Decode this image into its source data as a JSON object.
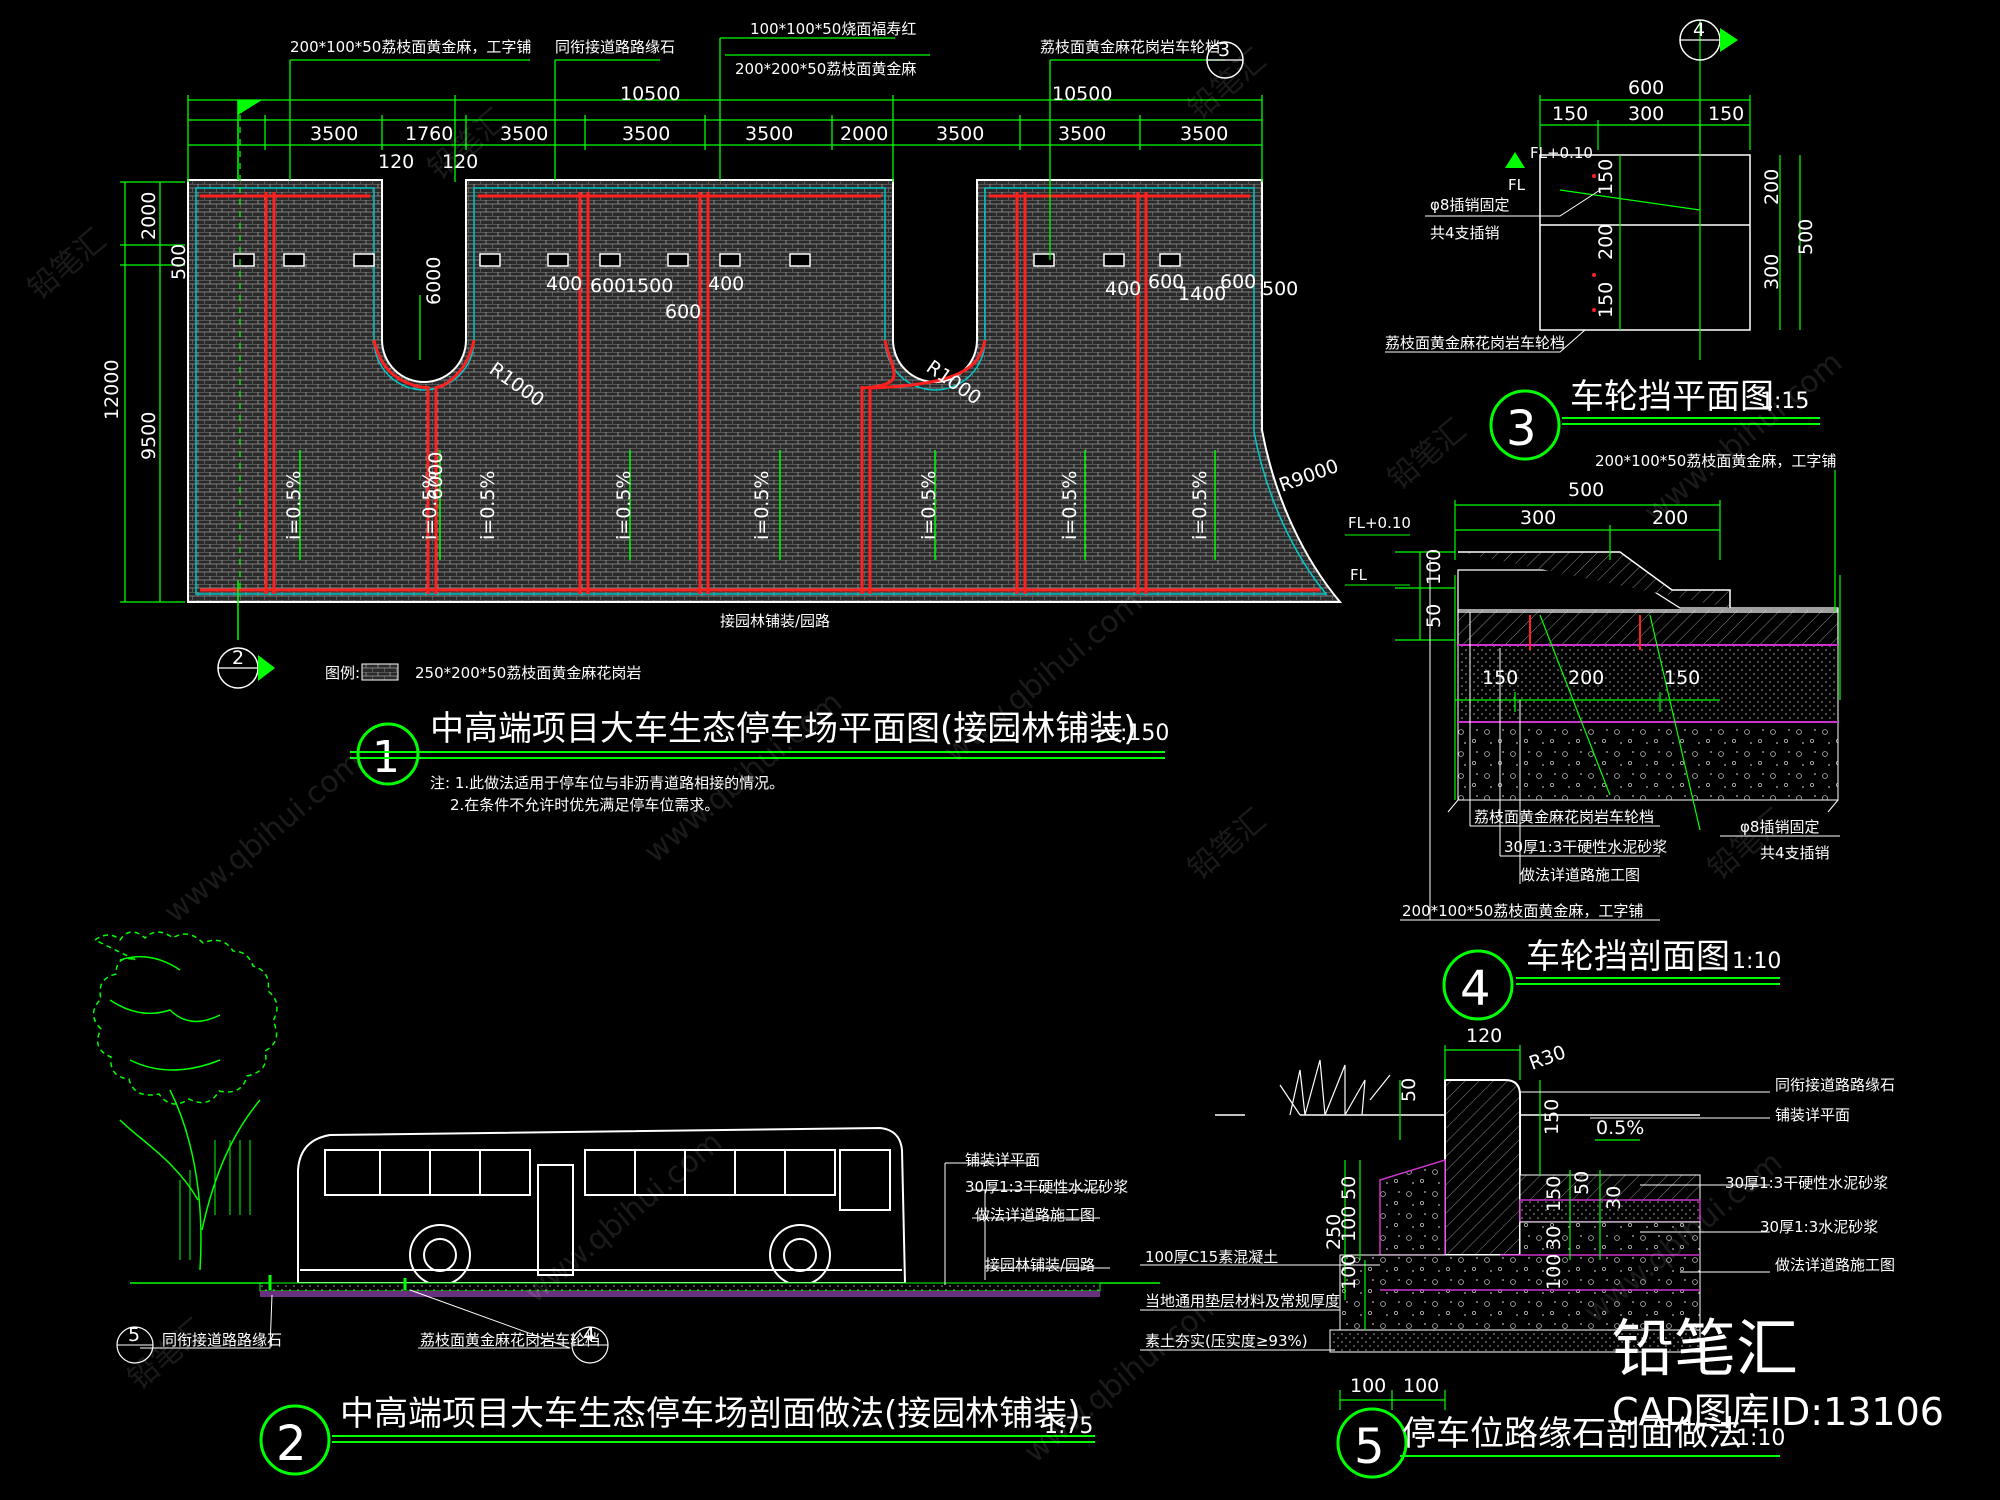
{
  "drawing1": {
    "title": "中高端项目大车生态停车场平面图(接园林铺装)",
    "scale": "1:150",
    "number": "1",
    "callout_bottom": "2",
    "callout_top": "3",
    "labels": {
      "paving": "200*100*50荔枝面黄金麻，工字铺",
      "curb": "同衔接道路路缘石",
      "red": "100*100*50烧面福寿红",
      "gold": "200*200*50荔枝面黄金麻",
      "stopper": "荔枝面黄金麻花岗岩车轮档",
      "garden": "接园林铺装/园路",
      "legend_prefix": "图例:",
      "legend": "250*200*50荔枝面黄金麻花岗岩"
    },
    "dims_top_total": [
      "10500",
      "10500"
    ],
    "dims_top": [
      "3500",
      "1760",
      "3500",
      "3500",
      "3500",
      "2000",
      "3500",
      "3500",
      "3500"
    ],
    "dims_small": [
      "120",
      "120"
    ],
    "dims_left": [
      "2000",
      "500",
      "12000",
      "9500"
    ],
    "dims_inner": [
      "6000",
      "400",
      "600",
      "1500",
      "600",
      "400",
      "400",
      "600",
      "1400",
      "600",
      "500",
      "6000"
    ],
    "radius": [
      "R1000",
      "R1000",
      "R9000"
    ],
    "slopes": [
      "i=0.5%",
      "i=0.5%",
      "i=0.5%",
      "i=0.5%",
      "i=0.5%",
      "i=0.5%",
      "i=0.5%"
    ],
    "notes": [
      "注: 1.此做法适用于停车位与非沥青道路相接的情况。",
      "2.在条件不允许时优先满足停车位需求。"
    ]
  },
  "drawing2": {
    "title": "中高端项目大车生态停车场剖面做法(接园林铺装)",
    "scale": "1:75",
    "number": "2",
    "labels": [
      "铺装详平面",
      "30厚1:3干硬性水泥砂浆",
      "做法详道路施工图",
      "接园林铺装/园路"
    ],
    "callout_left": "5",
    "callout_left_text": "同衔接道路路缘石",
    "callout_right": "4",
    "callout_right_text": "荔枝面黄金麻花岗岩车轮档"
  },
  "drawing3": {
    "title": "车轮挡平面图",
    "scale": "1:15",
    "number": "3",
    "callout": "4",
    "dims_top": [
      "600",
      "150",
      "300",
      "150"
    ],
    "dims_left": [
      "150",
      "200",
      "150"
    ],
    "dims_right": [
      "200",
      "500",
      "300"
    ],
    "level": "FL+0.10",
    "fl": "FL",
    "labels": [
      "φ8插销固定",
      "共4支插销",
      "荔枝面黄金麻花岗岩车轮档"
    ]
  },
  "drawing4": {
    "title": "车轮挡剖面图",
    "scale": "1:10",
    "number": "4",
    "top_label": "200*100*50荔枝面黄金麻，工字铺",
    "dims_top": [
      "500",
      "300",
      "200"
    ],
    "dims_bottom": [
      "150",
      "200",
      "150"
    ],
    "dims_left": [
      "100",
      "50"
    ],
    "level": "FL+0.10",
    "fl": "FL",
    "labels": [
      "荔枝面黄金麻花岗岩车轮档",
      "30厚1:3干硬性水泥砂浆",
      "做法详道路施工图",
      "200*100*50荔枝面黄金麻，工字铺",
      "φ8插销固定",
      "共4支插销"
    ]
  },
  "drawing5": {
    "title": "停车位路缘石剖面做法",
    "scale": "1:10",
    "number": "5",
    "dims": [
      "120",
      "R30",
      "50",
      "150",
      "0.5%",
      "50",
      "30",
      "150",
      "30",
      "100",
      "250",
      "50",
      "100",
      "100",
      "100",
      "100"
    ],
    "labels_right": [
      "同衔接道路路缘石",
      "铺装详平面",
      "30厚1:3干硬性水泥砂浆",
      "30厚1:3水泥砂浆",
      "做法详道路施工图"
    ],
    "labels_left": [
      "100厚C15素混凝土",
      "当地通用垫层材料及常规厚度",
      "素土夯实(压实度≥93%)"
    ]
  },
  "brand": {
    "logo": "铅笔汇",
    "id": "CAD图库ID:13106",
    "watermarks": [
      "铅笔汇",
      "www.qbihui.com",
      "铅笔汇",
      "www.qbihui.com",
      "铅笔汇",
      "www.qbihui.com",
      "铅笔汇",
      "www.qbihui.com",
      "铅笔汇",
      "www.qbihui.com",
      "铅笔汇",
      "www.qbihui.com",
      "铅笔汇",
      "www.qbihui.com"
    ]
  },
  "colors": {
    "line": "#ffffff",
    "dim": "#00ff00",
    "hatch": "#808080",
    "red": "#ff2020",
    "cyan": "#00c8c8",
    "magenta": "#cc33cc",
    "tree": "#00ff00"
  }
}
